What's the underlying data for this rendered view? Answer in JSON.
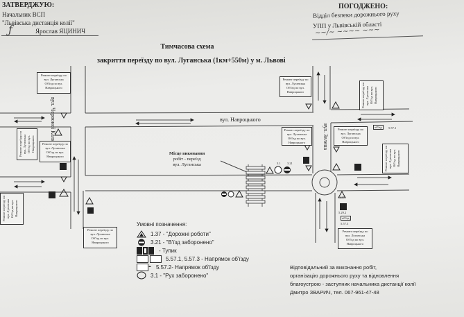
{
  "approval": {
    "heading": "ЗАТВЕРДЖУЮ:",
    "position": "Начальник ВСП",
    "organization": "\"Львівська дистанція колії\"",
    "name": "Ярослав ЯЦИНИЧ"
  },
  "agreement": {
    "heading": "ПОГОДЖЕНО:",
    "department": "Відділ безпеки дорожнього руху",
    "organization": "УПП у Львівській області"
  },
  "title": {
    "line1": "Тимчасова схема",
    "line2": "закриття переїзду по вул. Луганська (1км+550м) у м. Львові"
  },
  "streets": {
    "chervonoi_kalyny": "вул. Червоної Калини",
    "navrotskoho": "вул. Навроцького",
    "zelena": "вул. Зелена"
  },
  "worksite": {
    "line1": "Місце виконання",
    "line2": "робіт - переїзд",
    "line3": "вул. Луганська"
  },
  "notice": {
    "line1": "Ремонт переїзду по",
    "line2": "вул. Луганська",
    "line3": "Об'їзд по вул.",
    "line4": "Навроцького"
  },
  "sign_codes": {
    "works": "1.37",
    "dead_end": "5.29.2",
    "detour": "5.57.1",
    "detour3": "5.57.3",
    "no_entry": "3.21",
    "no_traffic": "3.1",
    "detour_label": "об'їзд"
  },
  "legend": {
    "heading": "Умовні позначення:",
    "items": [
      {
        "icon": "road-works-sign-icon",
        "text": "1.37 - \"Дорожні роботи\""
      },
      {
        "icon": "no-entry-sign-icon",
        "text": "3.21 - \"В'їзд заборонено\""
      },
      {
        "icon": "dead-end-sign-icon",
        "text": "- Тупик"
      },
      {
        "icon": "detour-direction-sign-icon",
        "text": "5.57.1, 5.57.3 - Напрямок об'їзду"
      },
      {
        "icon": "detour-direction-sign-icon",
        "text": "5.57.2- Напрямок об'їзду"
      },
      {
        "icon": "no-traffic-sign-icon",
        "text": "3.1 - \"Рух заборонено\""
      }
    ]
  },
  "responsible": {
    "line1": "Відповідальний за виконання робіт,",
    "line2": "організацію дорожнього руху та відновлення",
    "line3": "благоустрою - заступник начальника дистанції колії",
    "line4": "Дмитро ЗВАРИЧ, тел. 067-961-47-48"
  }
}
